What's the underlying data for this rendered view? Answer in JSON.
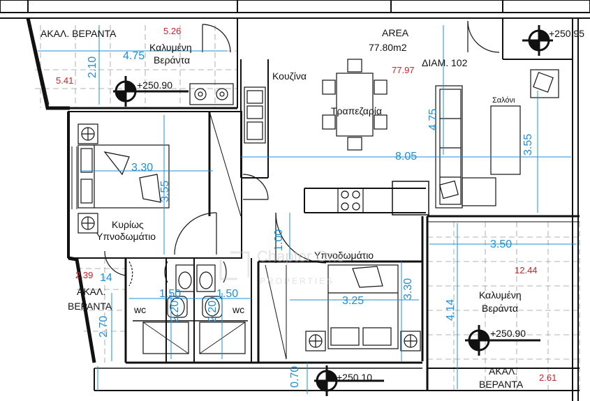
{
  "rooms": {
    "akal_veranta_top": "ΑΚΑΛ. ΒΕΡΑΝΤΑ",
    "kalymeni_top_1": "Καλυμένη",
    "kalymeni_top_2": "Βεράντα",
    "area_label": "AREA",
    "area_value": "77.80m2",
    "diam": "ΔΙΑΜ. 102",
    "kouzina": "Κουζίνα",
    "trapezaria": "Τραπεζαρία",
    "saloni": "Σαλόνι",
    "kyrios_1": "Κυρίως",
    "kyrios_2": "Υπνοδωμάτιο",
    "ypnodomatio": "Υπνοδωμάτιο",
    "akal_left_1": "ΑΚΑΛ.",
    "akal_left_2": "ΒΕΡΑΝΤΑ",
    "wc_left": "wc",
    "wc_right": "wc",
    "kalymeni_br_1": "Καλυμένη",
    "kalymeni_br_2": "Βεράντα",
    "akal_bottom_1": "ΑΚΑΛ.",
    "akal_bottom_2": "ΒΕΡΑΝΤΑ"
  },
  "areas": {
    "top_left_veranda": "5.26",
    "left_veranda": "5.41",
    "main": "77.97",
    "left_akal": "2.39",
    "right_covered": "12.44",
    "bottom_akal": "2.61"
  },
  "dimensions": {
    "top_veranda_w": "4.75",
    "top_veranda_h": "2.10",
    "living_h": "4.75",
    "living_w": "8.05",
    "saloni_h": "3.55",
    "master_w": "3.30",
    "master_h": "3.55",
    "corridor": "1.00",
    "bedroom_h": "3.30",
    "bedroom_w": "3.25",
    "right_veranda_w": "3.50",
    "right_veranda_h": "4.14",
    "wc_left_w": "1.50",
    "wc_right_w": "1.50",
    "wc_left_h": "2.20",
    "wc_right_h": "2.20",
    "left_akal_w": "14",
    "left_akal_h": "2.70",
    "bottom_gap": "0.70"
  },
  "elevations": {
    "top_right": "+250.95",
    "top_left": "+250.90",
    "right": "+250.90",
    "bottom": "+250.10"
  },
  "watermark": {
    "name": "Chapter One",
    "sub": "PROPERTIES"
  },
  "colors": {
    "walls": "#111111",
    "dimension": "#1e8fd6",
    "area": "#d0202a",
    "grid": "#9a9a9a"
  }
}
